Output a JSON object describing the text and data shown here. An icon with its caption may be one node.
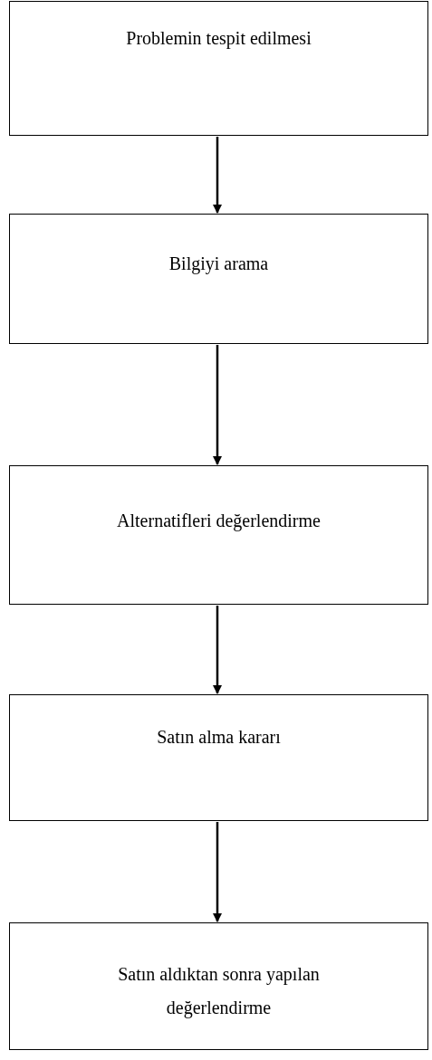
{
  "diagram": {
    "nodes": [
      {
        "text": [
          "Problemin tespit edilmesi"
        ]
      },
      {
        "text": [
          "Bilgiyi arama"
        ]
      },
      {
        "text": [
          "Alternatifleri değerlendirme"
        ]
      },
      {
        "text": [
          "Satın alma kararı"
        ]
      },
      {
        "text": [
          "Satın aldıktan sonra yapılan değerlendirme"
        ]
      }
    ],
    "edges": [
      {
        "from": 0,
        "to": 1,
        "arrow": "to"
      },
      {
        "from": 1,
        "to": 2,
        "arrow": "to"
      },
      {
        "from": 2,
        "to": 3,
        "arrow": "to"
      },
      {
        "from": 3,
        "to": 4,
        "arrow": "to"
      }
    ]
  }
}
